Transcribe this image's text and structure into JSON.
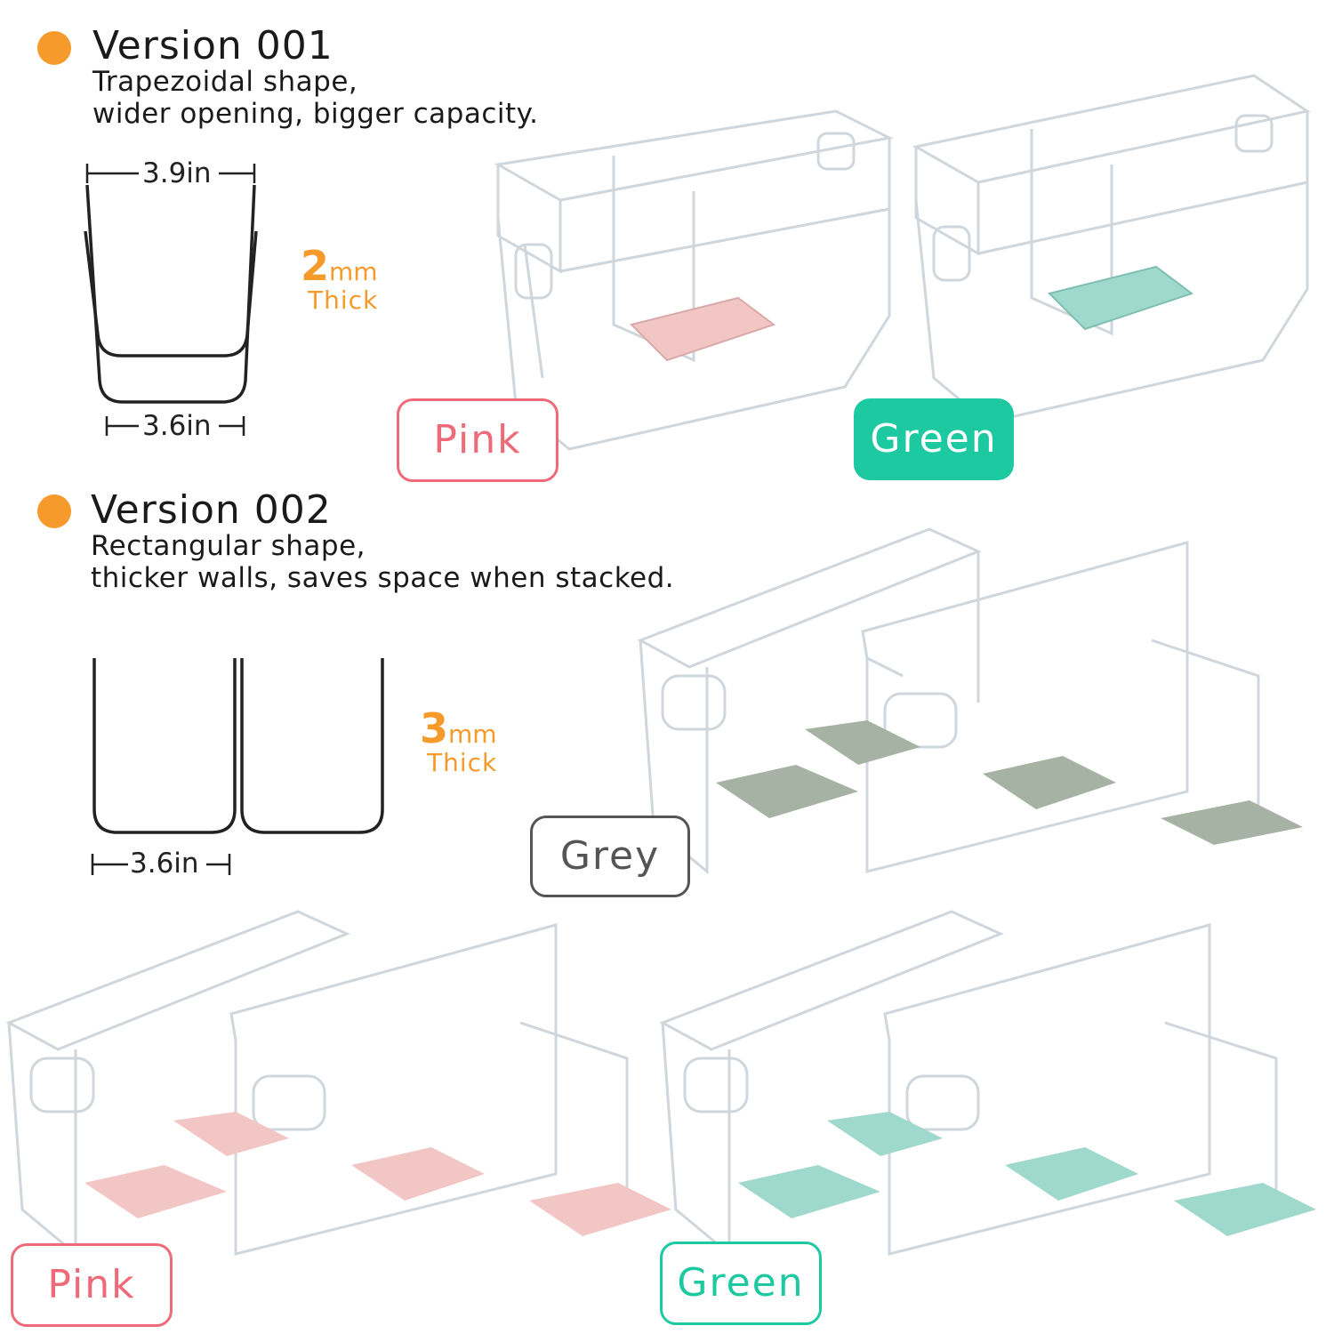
{
  "version1": {
    "title": "Version 001",
    "description": "Trapezoidal shape,\nwider opening, bigger capacity.",
    "top_width": "3.9in",
    "bottom_width": "3.6in",
    "thickness_value": "2",
    "thickness_unit": "mm",
    "thickness_label": "Thick",
    "tag_pink": "Pink",
    "tag_green": "Green"
  },
  "version2": {
    "title": "Version 002",
    "description": "Rectangular shape,\nthicker walls, saves space when stacked.",
    "bottom_width": "3.6in",
    "thickness_value": "3",
    "thickness_unit": "mm",
    "thickness_label": "Thick",
    "tag_grey": "Grey",
    "tag_pink": "Pink",
    "tag_green": "Green"
  },
  "colors": {
    "accent_orange": "#f59a2b",
    "pink": "#ee6a78",
    "green": "#1dc9a0",
    "grey": "#555555",
    "pad_pink": "#f3c6c6",
    "pad_green": "#9fd8cc",
    "pad_grey": "#a6b3a4"
  }
}
